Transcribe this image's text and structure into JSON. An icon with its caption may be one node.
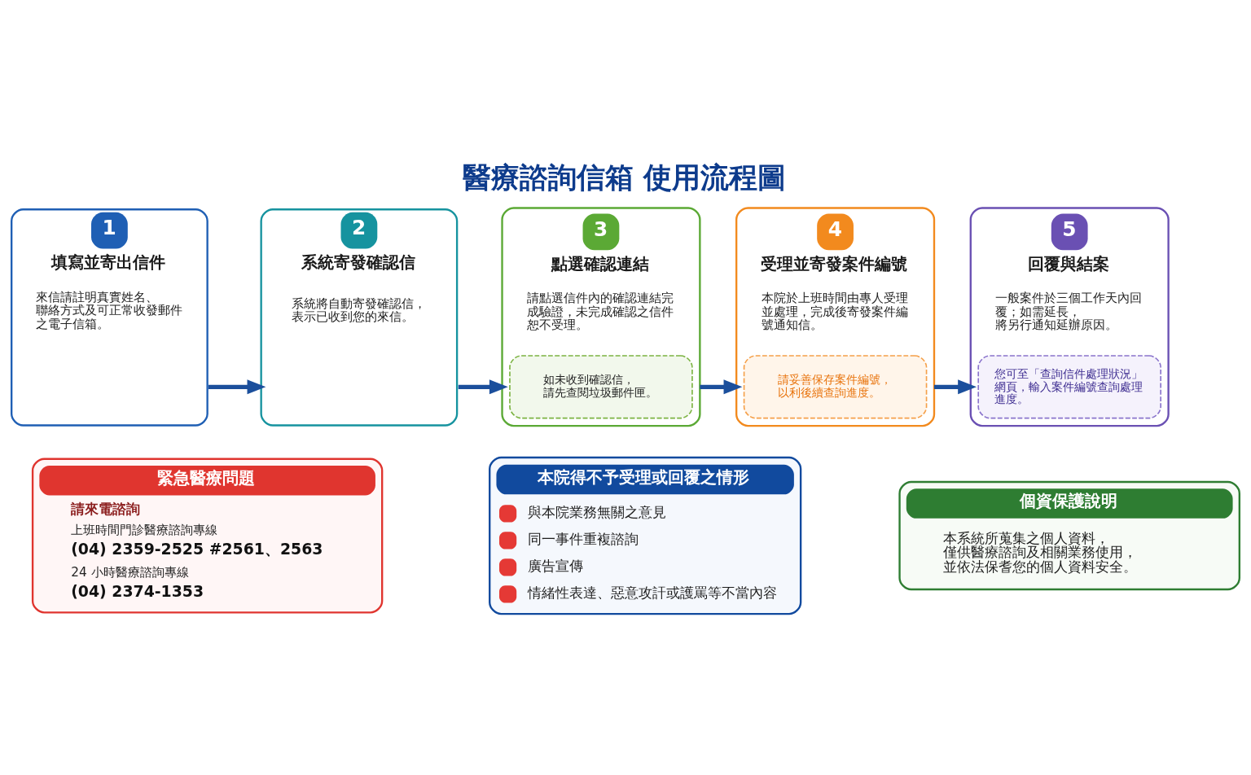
{
  "diagram": {
    "title": "醫療諮詢信箱 使用流程圖",
    "nodes": [
      {
        "text": [
          "1",
          "填寫並寄出信件",
          "來信請註明真實姓名、聯絡方式及可正常收發郵件之電子信箱。"
        ]
      },
      {
        "text": [
          "2",
          "系統寄發確認信",
          "系統將自動寄發確認信，表示已收到您的來信。"
        ]
      },
      {
        "text": [
          "3",
          "點選確認連結",
          "請點選信件內的確認連結完成驗證，未完成確認之信件恕不受理。"
        ]
      },
      {
        "text": [
          "如未收到確認信，請先查閱垃圾郵件匣。"
        ],
        "in": 2
      },
      {
        "text": [
          "4",
          "受理並寄發案件編號",
          "本院於上班時間由專人受理並處理，完成後寄發案件編號通知信。"
        ]
      },
      {
        "text": [
          "請妥善保存案件編號，以利後續查詢進度。"
        ],
        "in": 4
      },
      {
        "text": [
          "5",
          "回覆與結案",
          "一般案件於三個工作天內回覆；如需延長，將另行通知延辦原因。"
        ]
      },
      {
        "text": [
          "您可至「查詢信件處理狀況」網頁，輸入案件編號查詢處理進度。"
        ],
        "in": 6
      },
      {
        "text": [
          "緊急醫療問題",
          "請來電諮詢",
          "上班時間門診醫療諮詢專線",
          "(04) 2359-2525 #2561、2563",
          "24 小時醫療諮詢專線",
          "(04) 2374-1353"
        ]
      },
      {
        "text": [
          "本院得不予受理或回覆之情形",
          "與本院業務無關之意見",
          "同一事件重複諮詢",
          "廣告宣傳",
          "情緒性表達、惡意攻訐或護罵等不當內容"
        ]
      },
      {
        "text": [
          "個資保護說明",
          "本系統所蒐集之個人資料，僅供醫療諮詢及相關業務使用，並依法保耆您的個人資料安全。"
        ]
      }
    ],
    "edges": [
      {
        "from": 0,
        "to": 1,
        "arrow": "to"
      },
      {
        "from": 1,
        "to": 2,
        "arrow": "to"
      },
      {
        "from": 2,
        "to": 4,
        "arrow": "to"
      },
      {
        "from": 4,
        "to": 6,
        "arrow": "to"
      }
    ]
  }
}
